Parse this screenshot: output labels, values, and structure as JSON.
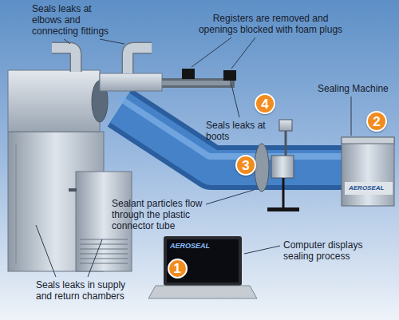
{
  "diagram": {
    "nodes": [
      {
        "text": [
          "4"
        ]
      },
      {
        "text": [
          "2"
        ]
      },
      {
        "text": [
          "3"
        ]
      },
      {
        "text": [
          "1"
        ]
      }
    ],
    "labels": [
      "Seals leaks at elbows and connecting fittings",
      "Registers are removed and openings blocked with foam plugs",
      "Sealing Machine",
      "Seals leaks at boots",
      "Sealant particles flow through the plastic connector tube",
      "AEROSEAL",
      "Computer displays sealing process",
      "AEROSEAL",
      "Seals leaks in supply and return chambers"
    ]
  }
}
